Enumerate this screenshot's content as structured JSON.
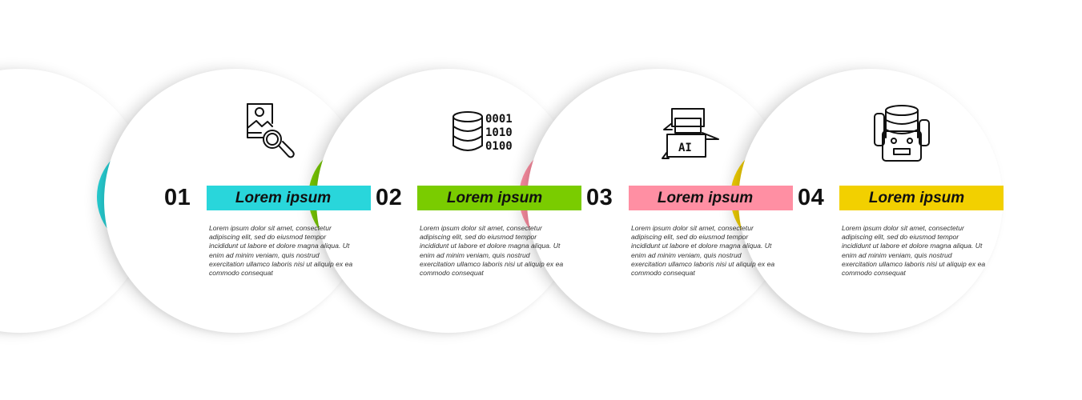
{
  "steps": [
    {
      "number": "01",
      "title": "Lorem ipsum",
      "text": "Lorem ipsum dolor sit amet, consectetur adipiscing elit, sed do eiusmod tempor incididunt ut labore et dolore magna aliqua. Ut enim ad minim veniam, quis nostrud exercitation ullamco laboris nisi ut aliquip ex ea commodo consequat",
      "color": "#29D6DB",
      "icon": "image-search-icon"
    },
    {
      "number": "02",
      "title": "Lorem ipsum",
      "text": "Lorem ipsum dolor sit amet, consectetur adipiscing elit, sed do eiusmod tempor incididunt ut labore et dolore magna aliqua. Ut enim ad minim veniam, quis nostrud exercitation ullamco laboris nisi ut aliquip ex ea commodo consequat",
      "color": "#7ACC00",
      "icon": "binary-database-icon",
      "icon_text": [
        "0001",
        "1010",
        "0100"
      ]
    },
    {
      "number": "03",
      "title": "Lorem ipsum",
      "text": "Lorem ipsum dolor sit amet, consectetur adipiscing elit, sed do eiusmod tempor incididunt ut labore et dolore magna aliqua. Ut enim ad minim veniam, quis nostrud exercitation ullamco laboris nisi ut aliquip ex ea commodo consequat",
      "color": "#FF8FA3",
      "icon": "ai-chat-icon",
      "icon_text": "AI"
    },
    {
      "number": "04",
      "title": "Lorem ipsum",
      "text": "Lorem ipsum dolor sit amet, consectetur adipiscing elit, sed do eiusmod tempor incididunt ut labore et dolore magna aliqua. Ut enim ad minim veniam, quis nostrud exercitation ullamco laboris nisi ut aliquip ex ea commodo consequat",
      "color": "#F2D000",
      "icon": "robot-database-icon"
    }
  ]
}
